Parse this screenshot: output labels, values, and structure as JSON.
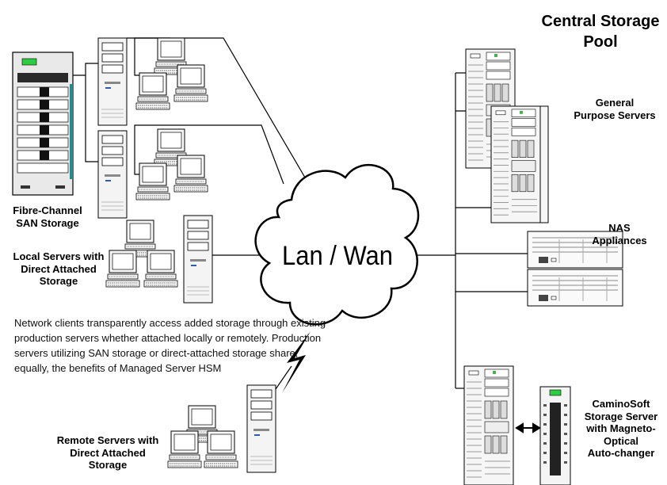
{
  "title": [
    "Central Storage",
    "Pool"
  ],
  "network_label": "Lan / Wan",
  "labels": {
    "san": [
      "Fibre-Channel",
      "SAN Storage"
    ],
    "local": [
      "Local Servers with",
      "Direct Attached",
      "Storage"
    ],
    "remote": [
      "Remote Servers with",
      "Direct Attached",
      "Storage"
    ],
    "general": [
      "General",
      "Purpose Servers"
    ],
    "nas": [
      "NAS",
      "Appliances"
    ],
    "camino": [
      "CaminoSoft",
      "Storage Server",
      "with Magneto-",
      "Optical",
      "Auto-changer"
    ]
  },
  "description": "Network clients transparently access added storage through existing production servers whether attached locally or remotely.  Production servers utilizing SAN storage or direct-attached storage share, equally, the benefits of Managed Server HSM",
  "icons": [
    "storage-rack-icon",
    "tower-server-icon",
    "workstation-icon",
    "cloud-icon",
    "lightning-bolt-icon",
    "nas-appliance-icon",
    "optical-autochanger-icon",
    "double-arrow-icon"
  ],
  "colors": {
    "line": "#000000",
    "device": "#f2f2f2",
    "led": "#2ecc40"
  }
}
